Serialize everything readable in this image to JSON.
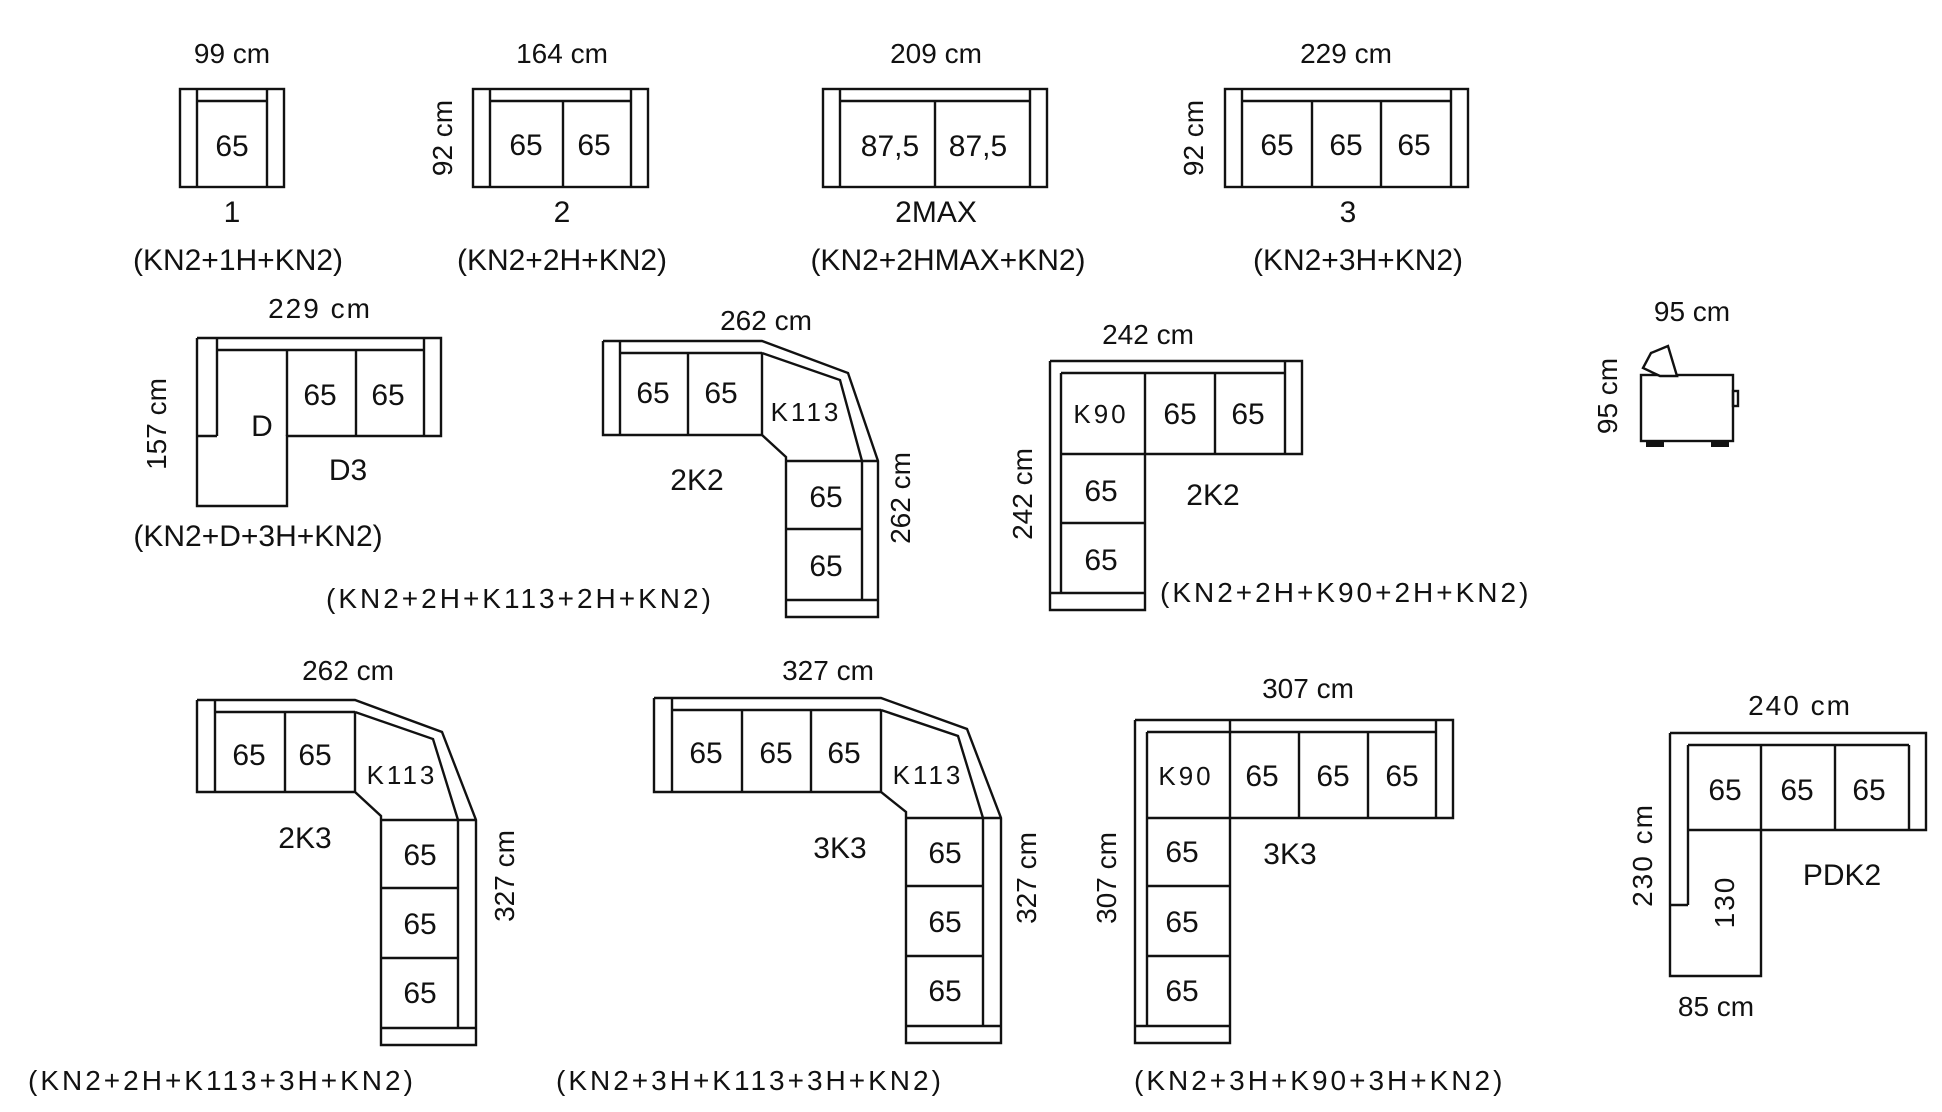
{
  "diagram": {
    "items": [
      {
        "id": "m1",
        "width": "99 cm",
        "seats": [
          "65"
        ],
        "code": "1",
        "formula": "(KN2+1H+KN2)"
      },
      {
        "id": "m2",
        "width": "164 cm",
        "depth": "92 cm",
        "seats": [
          "65",
          "65"
        ],
        "code": "2",
        "formula": "(KN2+2H+KN2)"
      },
      {
        "id": "m2max",
        "width": "209 cm",
        "seats": [
          "87,5",
          "87,5"
        ],
        "code": "2MAX",
        "formula": "(KN2+2HMAX+KN2)"
      },
      {
        "id": "m3",
        "width": "229 cm",
        "depth": "92 cm",
        "seats": [
          "65",
          "65",
          "65"
        ],
        "code": "3",
        "formula": "(KN2+3H+KN2)"
      },
      {
        "id": "d3",
        "width": "229 cm",
        "depth": "157 cm",
        "chaise": "D",
        "seats": [
          "65",
          "65"
        ],
        "code": "D3",
        "formula": "(KN2+D+3H+KN2)"
      },
      {
        "id": "k2_113",
        "width": "262 cm",
        "depth": "262 cm",
        "seats_top": [
          "65",
          "65"
        ],
        "corner": "K113",
        "seats_side": [
          "65",
          "65"
        ],
        "code": "2K2",
        "formula": "(KN2+2H+K113+2H+KN2)"
      },
      {
        "id": "k2_90",
        "width": "242 cm",
        "depth": "242 cm",
        "corner": "K90",
        "seats_top": [
          "65",
          "65"
        ],
        "seats_side": [
          "65",
          "65"
        ],
        "code": "2K2",
        "formula": "(KN2+2H+K90+2H+KN2)"
      },
      {
        "id": "side",
        "width": "95 cm",
        "height": "95 cm"
      },
      {
        "id": "k3_113a",
        "width": "262 cm",
        "depth": "327 cm",
        "seats_top": [
          "65",
          "65"
        ],
        "corner": "K113",
        "seats_side": [
          "65",
          "65",
          "65"
        ],
        "code": "2K3",
        "formula": "(KN2+2H+K113+3H+KN2)"
      },
      {
        "id": "k3_113b",
        "width": "327 cm",
        "depth": "327 cm",
        "seats_top": [
          "65",
          "65",
          "65"
        ],
        "corner": "K113",
        "seats_side": [
          "65",
          "65",
          "65"
        ],
        "code": "3K3",
        "formula": "(KN2+3H+K113+3H+KN2)"
      },
      {
        "id": "k3_90",
        "width": "307 cm",
        "depth": "307 cm",
        "corner": "K90",
        "seats_top": [
          "65",
          "65",
          "65"
        ],
        "seats_side": [
          "65",
          "65",
          "65"
        ],
        "code": "3K3",
        "formula": "(KN2+3H+K90+3H+KN2)"
      },
      {
        "id": "pdk2",
        "width": "240 cm",
        "depth": "230 cm",
        "seats": [
          "65",
          "65",
          "65"
        ],
        "chaise": "130",
        "chaise_width": "85 cm",
        "code": "PDK2"
      }
    ]
  }
}
